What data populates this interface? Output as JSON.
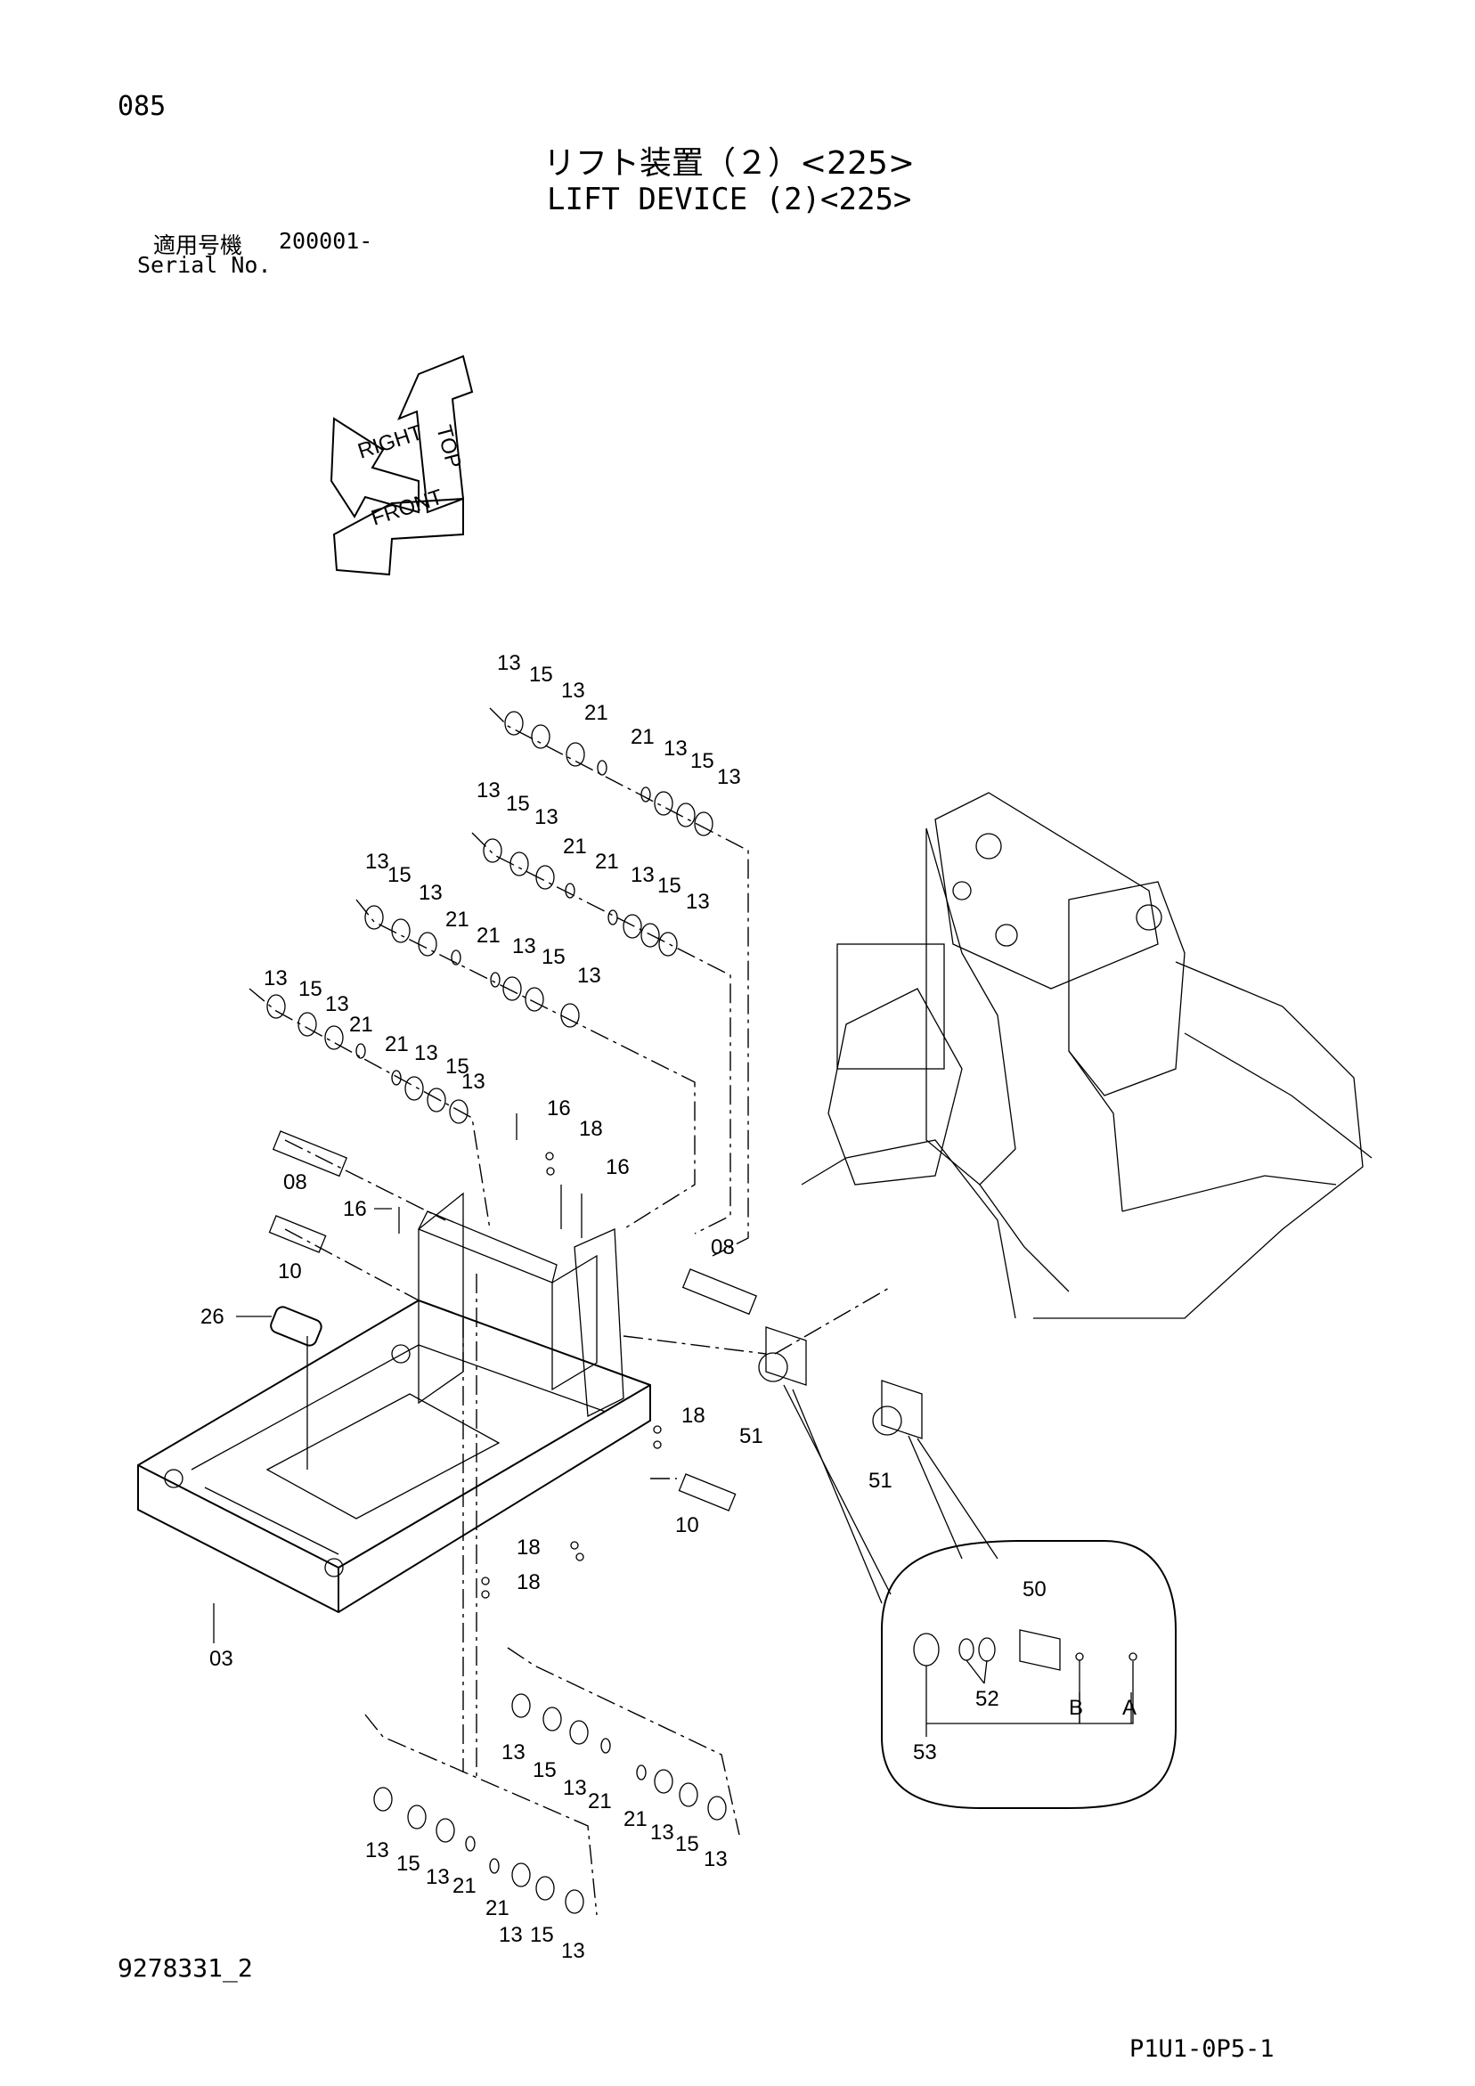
{
  "page_number": "085",
  "title_ja": "リフト装置（２）<225>",
  "title_en": "LIFT DEVICE (2)<225>",
  "serial": {
    "label_ja": "適用号機",
    "value": "200001-",
    "label_en": "Serial No."
  },
  "orientation": {
    "top": "TOP",
    "right": "RIGHT",
    "front": "FRONT"
  },
  "part_labels": {
    "p03": "03",
    "p08": "08",
    "p10": "10",
    "p13": "13",
    "p15": "15",
    "p16": "16",
    "p18": "18",
    "p21": "21",
    "p26": "26",
    "p50": "50",
    "p51": "51",
    "p52": "52",
    "p53": "53"
  },
  "detail_refs": {
    "a": "A",
    "b": "B"
  },
  "drawing_number": "9278331_2",
  "page_code": "P1U1-0P5-1"
}
